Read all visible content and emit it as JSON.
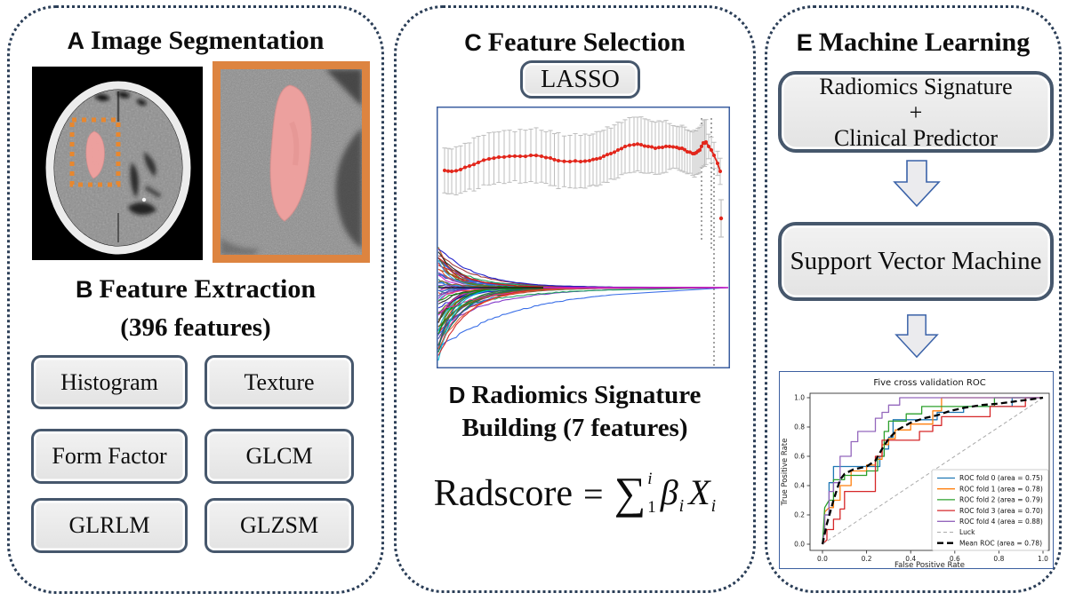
{
  "figure": {
    "panel_a": {
      "label": "A",
      "title": "Image Segmentation"
    },
    "panel_b": {
      "label": "B",
      "title": "Feature Extraction",
      "subtitle": "(396 features)",
      "boxes": [
        "Histogram",
        "Texture",
        "Form Factor",
        "GLCM",
        "GLRLM",
        "GLZSM"
      ]
    },
    "panel_c": {
      "label": "C",
      "title": "Feature Selection",
      "method_box": "LASSO"
    },
    "panel_d": {
      "label": "D",
      "title_line1": "Radiomics Signature",
      "title_line2": "Building (7 features)",
      "formula": {
        "lhs": "Radscore",
        "equals": "=",
        "sigma": "∑",
        "sum_upper": "i",
        "sum_lower": "1",
        "term1_base": "β",
        "term1_sub": "i",
        "term2_base": "X",
        "term2_sub": "i"
      }
    },
    "panel_e": {
      "label": "E",
      "title": "Machine Learning",
      "input_box_lines": [
        "Radiomics Signature",
        "+",
        "Clinical Predictor"
      ],
      "model_box": "Support Vector Machine"
    }
  },
  "colors": {
    "panel_border": "#2b3e57",
    "box_border": "#46576c",
    "box_fill": "#e9e9e9",
    "roi_orange": "#dd8440",
    "segmentation_pink": "#f1a19f",
    "lasso_red": "#e2261b",
    "arrow_outline": "#3a62a8",
    "plot_border": "#3c5fa0"
  },
  "chart_data": [
    {
      "id": "lasso",
      "type": "line",
      "description": "LASSO tuning: cross-validation curve (red points with grey error bars, dotted optimal-lambda lines) above coefficient shrinkage paths converging to zero",
      "cv_points": [
        [
          9,
          72
        ],
        [
          17,
          73
        ],
        [
          27,
          71
        ],
        [
          37,
          67
        ],
        [
          47,
          63
        ],
        [
          59,
          59
        ],
        [
          70,
          57
        ],
        [
          82,
          56
        ],
        [
          94,
          56
        ],
        [
          106,
          55
        ],
        [
          118,
          56
        ],
        [
          128,
          58
        ],
        [
          137,
          61
        ],
        [
          150,
          62
        ],
        [
          162,
          62
        ],
        [
          172,
          61
        ],
        [
          180,
          59
        ],
        [
          188,
          56
        ],
        [
          196,
          53
        ],
        [
          204,
          49
        ],
        [
          212,
          45
        ],
        [
          222,
          43
        ],
        [
          230,
          43
        ],
        [
          238,
          45
        ],
        [
          246,
          47
        ],
        [
          254,
          46
        ],
        [
          262,
          45
        ],
        [
          270,
          46
        ],
        [
          276,
          47
        ],
        [
          282,
          51
        ],
        [
          288,
          53
        ],
        [
          292,
          52
        ],
        [
          296,
          49
        ],
        [
          300,
          41
        ],
        [
          303,
          40
        ]
      ],
      "cv_tail": [
        [
          306,
          45
        ],
        [
          309,
          49
        ],
        [
          312,
          55
        ],
        [
          316,
          64
        ],
        [
          319,
          73
        ]
      ],
      "outlier_point": [
        320,
        126
      ],
      "error_bar_half": 28,
      "vlines_x": [
        298,
        309,
        312
      ],
      "n_coefficient_paths": 70,
      "converged_y": 204,
      "point_color": "#e2261b",
      "bar_color": "#bdbdbd"
    },
    {
      "id": "roc",
      "type": "line",
      "title": "Five cross validation ROC",
      "xlabel": "False Positive Rate",
      "ylabel": "True Positive Rate",
      "xlim": [
        0,
        1
      ],
      "ylim": [
        0,
        1
      ],
      "xticks": [
        "0.0",
        "0.2",
        "0.4",
        "0.6",
        "0.8",
        "1.0"
      ],
      "yticks": [
        "0.0",
        "0.2",
        "0.4",
        "0.6",
        "0.8",
        "1.0"
      ],
      "grid": false,
      "legend_position": "lower right",
      "series": [
        {
          "name": "ROC fold 0 (area = 0.75)",
          "color": "#1f77b4",
          "style": "solid",
          "points": [
            [
              0,
              0
            ],
            [
              0.01,
              0.18
            ],
            [
              0.01,
              0.2
            ],
            [
              0.03,
              0.2
            ],
            [
              0.03,
              0.42
            ],
            [
              0.05,
              0.42
            ],
            [
              0.05,
              0.53
            ],
            [
              0.26,
              0.53
            ],
            [
              0.26,
              0.6
            ],
            [
              0.28,
              0.6
            ],
            [
              0.28,
              0.65
            ],
            [
              0.3,
              0.65
            ],
            [
              0.3,
              0.73
            ],
            [
              0.32,
              0.73
            ],
            [
              0.32,
              0.85
            ],
            [
              0.52,
              0.85
            ],
            [
              0.52,
              0.9
            ],
            [
              0.64,
              0.9
            ],
            [
              0.64,
              0.94
            ],
            [
              0.86,
              0.94
            ],
            [
              0.86,
              1
            ],
            [
              1,
              1
            ]
          ]
        },
        {
          "name": "ROC fold 1 (area = 0.78)",
          "color": "#ff7f0e",
          "style": "solid",
          "points": [
            [
              0,
              0
            ],
            [
              0.01,
              0.1
            ],
            [
              0.01,
              0.22
            ],
            [
              0.03,
              0.25
            ],
            [
              0.05,
              0.25
            ],
            [
              0.05,
              0.3
            ],
            [
              0.08,
              0.3
            ],
            [
              0.08,
              0.4
            ],
            [
              0.13,
              0.4
            ],
            [
              0.13,
              0.5
            ],
            [
              0.2,
              0.5
            ],
            [
              0.2,
              0.54
            ],
            [
              0.24,
              0.54
            ],
            [
              0.24,
              0.58
            ],
            [
              0.27,
              0.58
            ],
            [
              0.27,
              0.68
            ],
            [
              0.3,
              0.68
            ],
            [
              0.3,
              0.72
            ],
            [
              0.33,
              0.72
            ],
            [
              0.33,
              0.78
            ],
            [
              0.4,
              0.78
            ],
            [
              0.4,
              0.82
            ],
            [
              0.5,
              0.82
            ],
            [
              0.5,
              0.91
            ],
            [
              0.54,
              0.91
            ],
            [
              0.54,
              1
            ],
            [
              1,
              1
            ]
          ]
        },
        {
          "name": "ROC fold 2 (area = 0.79)",
          "color": "#2ca02c",
          "style": "solid",
          "points": [
            [
              0,
              0
            ],
            [
              0.01,
              0.25
            ],
            [
              0.03,
              0.3
            ],
            [
              0.05,
              0.3
            ],
            [
              0.05,
              0.44
            ],
            [
              0.1,
              0.44
            ],
            [
              0.1,
              0.47
            ],
            [
              0.2,
              0.47
            ],
            [
              0.2,
              0.5
            ],
            [
              0.25,
              0.5
            ],
            [
              0.25,
              0.6
            ],
            [
              0.28,
              0.6
            ],
            [
              0.28,
              0.77
            ],
            [
              0.3,
              0.77
            ],
            [
              0.3,
              0.84
            ],
            [
              0.38,
              0.84
            ],
            [
              0.38,
              0.89
            ],
            [
              0.45,
              0.89
            ],
            [
              0.45,
              0.94
            ],
            [
              0.78,
              0.94
            ],
            [
              0.78,
              1
            ],
            [
              1,
              1
            ]
          ]
        },
        {
          "name": "ROC fold 3 (area = 0.70)",
          "color": "#d62728",
          "style": "solid",
          "points": [
            [
              0,
              0
            ],
            [
              0.02,
              0.03
            ],
            [
              0.02,
              0.1
            ],
            [
              0.05,
              0.1
            ],
            [
              0.05,
              0.17
            ],
            [
              0.08,
              0.17
            ],
            [
              0.08,
              0.24
            ],
            [
              0.1,
              0.24
            ],
            [
              0.1,
              0.36
            ],
            [
              0.24,
              0.36
            ],
            [
              0.24,
              0.6
            ],
            [
              0.27,
              0.6
            ],
            [
              0.27,
              0.71
            ],
            [
              0.44,
              0.71
            ],
            [
              0.44,
              0.77
            ],
            [
              0.5,
              0.77
            ],
            [
              0.5,
              0.81
            ],
            [
              0.54,
              0.81
            ],
            [
              0.54,
              0.87
            ],
            [
              0.76,
              0.87
            ],
            [
              0.76,
              0.94
            ],
            [
              0.92,
              0.94
            ],
            [
              0.92,
              1
            ],
            [
              1,
              1
            ]
          ]
        },
        {
          "name": "ROC fold 4 (area = 0.88)",
          "color": "#9467bd",
          "style": "solid",
          "points": [
            [
              0,
              0
            ],
            [
              0.01,
              0.1
            ],
            [
              0.01,
              0.2
            ],
            [
              0.03,
              0.2
            ],
            [
              0.03,
              0.36
            ],
            [
              0.05,
              0.36
            ],
            [
              0.05,
              0.42
            ],
            [
              0.08,
              0.42
            ],
            [
              0.08,
              0.6
            ],
            [
              0.13,
              0.6
            ],
            [
              0.13,
              0.7
            ],
            [
              0.16,
              0.7
            ],
            [
              0.16,
              0.77
            ],
            [
              0.24,
              0.77
            ],
            [
              0.24,
              0.86
            ],
            [
              0.27,
              0.86
            ],
            [
              0.27,
              0.9
            ],
            [
              0.3,
              0.9
            ],
            [
              0.3,
              0.95
            ],
            [
              0.35,
              0.95
            ],
            [
              0.35,
              1
            ],
            [
              1,
              1
            ]
          ]
        },
        {
          "name": "Luck",
          "color": "#aaaaaa",
          "style": "dashed",
          "points": [
            [
              0,
              0
            ],
            [
              1,
              1
            ]
          ]
        },
        {
          "name": "Mean ROC (area = 0.78)",
          "color": "#000000",
          "style": "dashed-bold",
          "points": [
            [
              0,
              0
            ],
            [
              0.02,
              0.14
            ],
            [
              0.05,
              0.3
            ],
            [
              0.08,
              0.44
            ],
            [
              0.1,
              0.48
            ],
            [
              0.14,
              0.51
            ],
            [
              0.2,
              0.53
            ],
            [
              0.24,
              0.57
            ],
            [
              0.27,
              0.65
            ],
            [
              0.3,
              0.72
            ],
            [
              0.34,
              0.78
            ],
            [
              0.4,
              0.83
            ],
            [
              0.46,
              0.86
            ],
            [
              0.52,
              0.88
            ],
            [
              0.58,
              0.91
            ],
            [
              0.64,
              0.93
            ],
            [
              0.72,
              0.95
            ],
            [
              0.8,
              0.96
            ],
            [
              0.9,
              0.98
            ],
            [
              1,
              1
            ]
          ]
        }
      ]
    }
  ]
}
